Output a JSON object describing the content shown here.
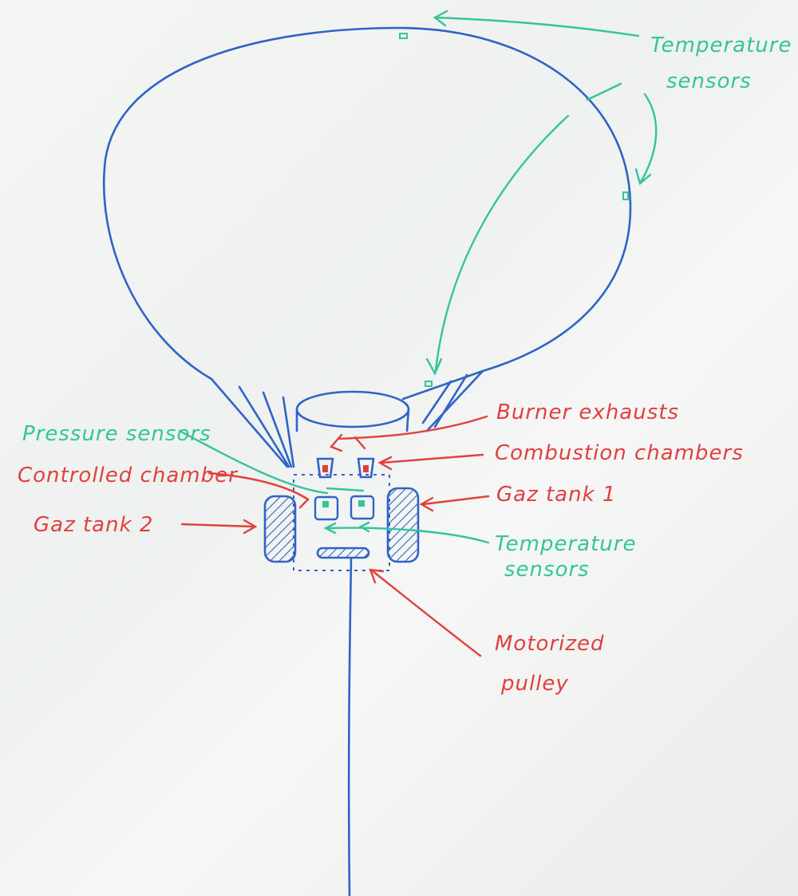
{
  "labels": {
    "temperature_sensors_top_line1": "Temperature",
    "temperature_sensors_top_line2": "sensors",
    "burner_exhausts": "Burner exhausts",
    "combustion_chambers": "Combustion chambers",
    "pressure_sensors": "Pressure sensors",
    "controlled_chamber": "Controlled chamber",
    "gaz_tank_1": "Gaz tank 1",
    "gaz_tank_2": "Gaz tank 2",
    "temperature_sensors_bottom_line1": "Temperature",
    "temperature_sensors_bottom_line2": "sensors",
    "motorized_pulley_line1": "Motorized",
    "motorized_pulley_line2": "pulley"
  },
  "colors": {
    "ink_blue": "#2f63c8",
    "ink_red": "#e0413f",
    "ink_green": "#35c49a",
    "board": "#f2f4f2"
  }
}
